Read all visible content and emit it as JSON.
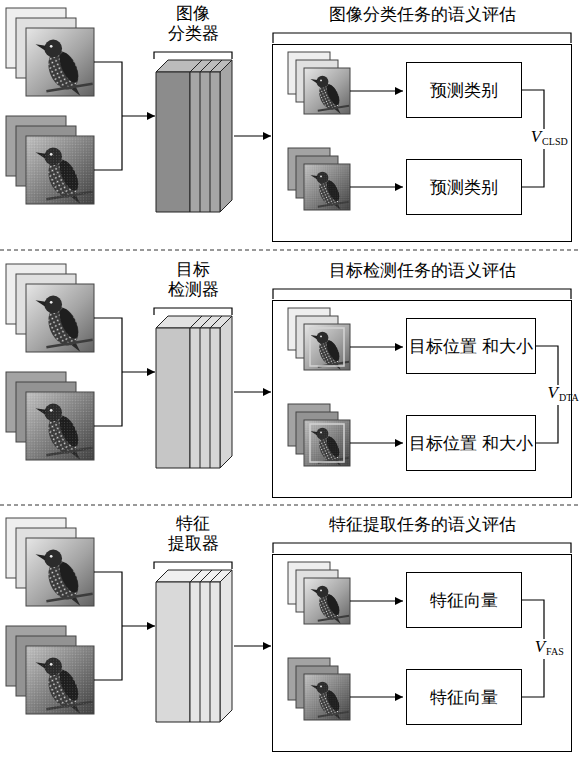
{
  "diagram": {
    "nodes": [
      {
        "text": [
          "图像 分类器"
        ]
      },
      {
        "text": [
          "图像分类任务的语义评估"
        ]
      },
      {
        "text": [
          "预测类别"
        ],
        "in": 1
      },
      {
        "text": [
          "预测类别"
        ],
        "in": 1
      },
      {
        "text": [
          "目标 检测器"
        ]
      },
      {
        "text": [
          "目标检测任务的语义评估"
        ]
      },
      {
        "text": [
          "目标位置 和大小"
        ],
        "in": 5
      },
      {
        "text": [
          "目标位置 和大小"
        ],
        "in": 5
      },
      {
        "text": [
          "特征 提取器"
        ]
      },
      {
        "text": [
          "特征提取任务的语义评估"
        ]
      },
      {
        "text": [
          "特征向量"
        ],
        "in": 9
      },
      {
        "text": [
          "特征向量"
        ],
        "in": 9
      }
    ],
    "edges": [
      {
        "from": 0,
        "to": 1,
        "arrow": "to"
      },
      {
        "from": 2,
        "to": 3,
        "arrow": "none",
        "label": "VCLSD"
      },
      {
        "from": 4,
        "to": 5,
        "arrow": "to"
      },
      {
        "from": 6,
        "to": 7,
        "arrow": "none",
        "label": "VDTA"
      },
      {
        "from": 8,
        "to": 9,
        "arrow": "to"
      },
      {
        "from": 10,
        "to": 11,
        "arrow": "none",
        "label": "VFAS"
      }
    ]
  }
}
